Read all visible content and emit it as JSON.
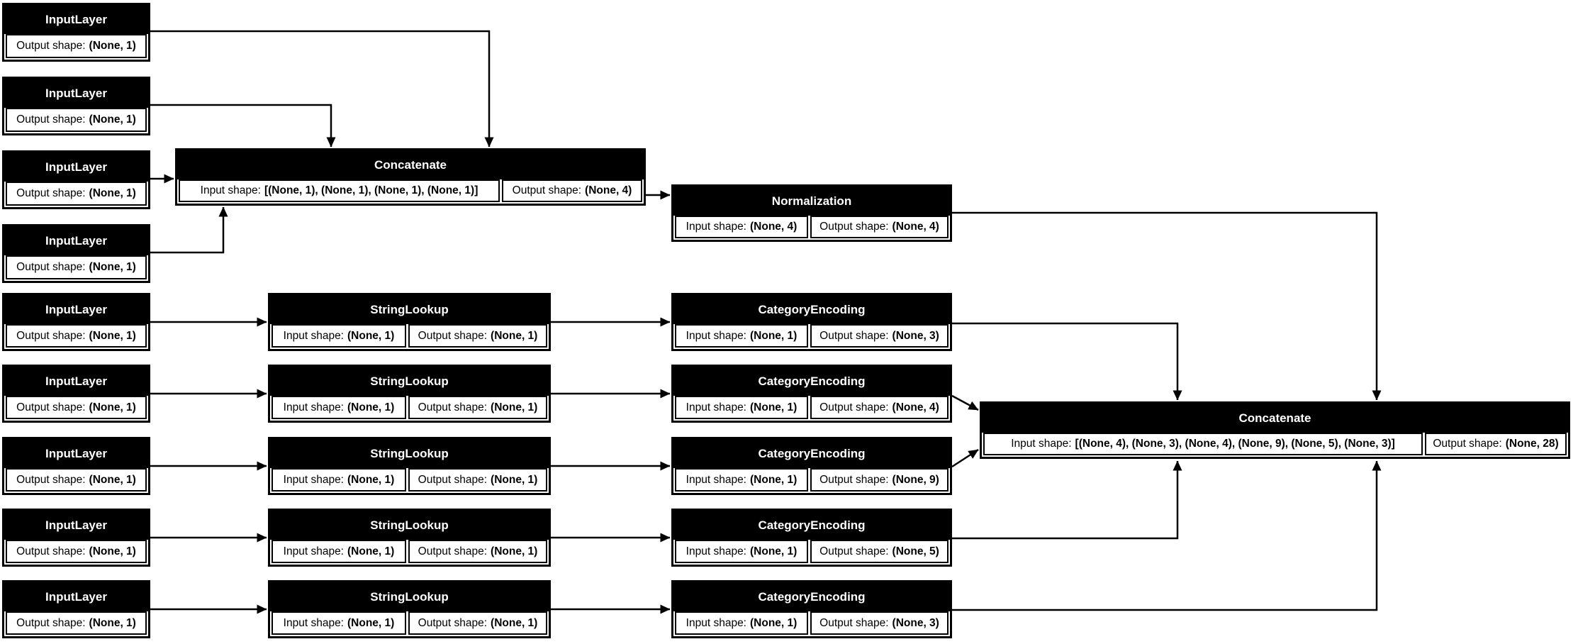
{
  "colors": {
    "background": "#ffffff",
    "node_fill": "#000000",
    "node_title_color": "#ffffff",
    "cell_fill": "#ffffff",
    "cell_text_color": "#000000",
    "edge_color": "#000000"
  },
  "labels": {
    "input_shape": "Input shape:",
    "output_shape": "Output shape:"
  },
  "top_inputs": [
    {
      "title": "InputLayer",
      "output_shape": "(None, 1)"
    },
    {
      "title": "InputLayer",
      "output_shape": "(None, 1)"
    },
    {
      "title": "InputLayer",
      "output_shape": "(None, 1)"
    },
    {
      "title": "InputLayer",
      "output_shape": "(None, 1)"
    }
  ],
  "concat_1": {
    "title": "Concatenate",
    "input_shape": "[(None, 1), (None, 1), (None, 1), (None, 1)]",
    "output_shape": "(None, 4)"
  },
  "normalization": {
    "title": "Normalization",
    "input_shape": "(None, 4)",
    "output_shape": "(None, 4)"
  },
  "rows": [
    {
      "input": {
        "title": "InputLayer",
        "output_shape": "(None, 1)"
      },
      "lookup": {
        "title": "StringLookup",
        "input_shape": "(None, 1)",
        "output_shape": "(None, 1)"
      },
      "encoding": {
        "title": "CategoryEncoding",
        "input_shape": "(None, 1)",
        "output_shape": "(None, 3)"
      }
    },
    {
      "input": {
        "title": "InputLayer",
        "output_shape": "(None, 1)"
      },
      "lookup": {
        "title": "StringLookup",
        "input_shape": "(None, 1)",
        "output_shape": "(None, 1)"
      },
      "encoding": {
        "title": "CategoryEncoding",
        "input_shape": "(None, 1)",
        "output_shape": "(None, 4)"
      }
    },
    {
      "input": {
        "title": "InputLayer",
        "output_shape": "(None, 1)"
      },
      "lookup": {
        "title": "StringLookup",
        "input_shape": "(None, 1)",
        "output_shape": "(None, 1)"
      },
      "encoding": {
        "title": "CategoryEncoding",
        "input_shape": "(None, 1)",
        "output_shape": "(None, 9)"
      }
    },
    {
      "input": {
        "title": "InputLayer",
        "output_shape": "(None, 1)"
      },
      "lookup": {
        "title": "StringLookup",
        "input_shape": "(None, 1)",
        "output_shape": "(None, 1)"
      },
      "encoding": {
        "title": "CategoryEncoding",
        "input_shape": "(None, 1)",
        "output_shape": "(None, 5)"
      }
    },
    {
      "input": {
        "title": "InputLayer",
        "output_shape": "(None, 1)"
      },
      "lookup": {
        "title": "StringLookup",
        "input_shape": "(None, 1)",
        "output_shape": "(None, 1)"
      },
      "encoding": {
        "title": "CategoryEncoding",
        "input_shape": "(None, 1)",
        "output_shape": "(None, 3)"
      }
    }
  ],
  "concat_2": {
    "title": "Concatenate",
    "input_shape": "[(None, 4), (None, 3), (None, 4), (None, 9), (None, 5), (None, 3)]",
    "output_shape": "(None, 28)"
  },
  "edges": [
    {
      "from": "input-1",
      "to": "concatenate-1"
    },
    {
      "from": "input-2",
      "to": "concatenate-1"
    },
    {
      "from": "input-3",
      "to": "concatenate-1"
    },
    {
      "from": "input-4",
      "to": "concatenate-1"
    },
    {
      "from": "concatenate-1",
      "to": "normalization"
    },
    {
      "from": "normalization",
      "to": "concatenate-2"
    },
    {
      "from": "input-row-1",
      "to": "stringlookup-1"
    },
    {
      "from": "input-row-2",
      "to": "stringlookup-2"
    },
    {
      "from": "input-row-3",
      "to": "stringlookup-3"
    },
    {
      "from": "input-row-4",
      "to": "stringlookup-4"
    },
    {
      "from": "input-row-5",
      "to": "stringlookup-5"
    },
    {
      "from": "stringlookup-1",
      "to": "categoryencoding-1"
    },
    {
      "from": "stringlookup-2",
      "to": "categoryencoding-2"
    },
    {
      "from": "stringlookup-3",
      "to": "categoryencoding-3"
    },
    {
      "from": "stringlookup-4",
      "to": "categoryencoding-4"
    },
    {
      "from": "stringlookup-5",
      "to": "categoryencoding-5"
    },
    {
      "from": "categoryencoding-1",
      "to": "concatenate-2"
    },
    {
      "from": "categoryencoding-2",
      "to": "concatenate-2"
    },
    {
      "from": "categoryencoding-3",
      "to": "concatenate-2"
    },
    {
      "from": "categoryencoding-4",
      "to": "concatenate-2"
    },
    {
      "from": "categoryencoding-5",
      "to": "concatenate-2"
    }
  ]
}
